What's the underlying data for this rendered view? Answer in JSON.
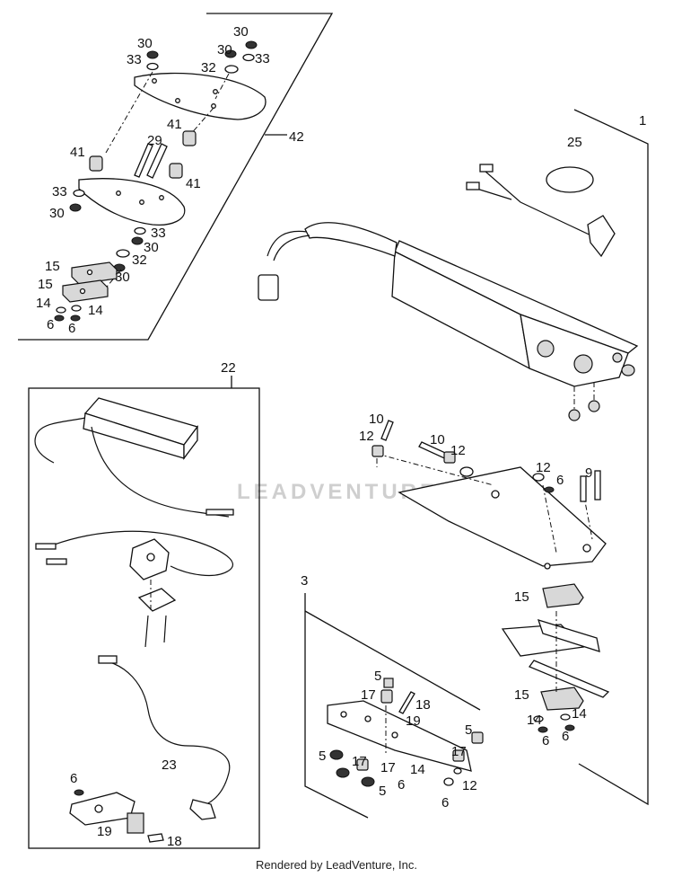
{
  "callouts": {
    "c30a": "30",
    "c30b": "30",
    "c33a": "33",
    "c30c": "30",
    "c32a": "32",
    "c33b": "33",
    "c42": "42",
    "c41a": "41",
    "c29": "29",
    "c41b": "41",
    "c41c": "41",
    "c33c": "33",
    "c30d": "30",
    "c33d": "33",
    "c30e": "30",
    "c32b": "32",
    "c30f": "30",
    "c15a": "15",
    "c15b": "15",
    "c14a": "14",
    "c14b": "14",
    "c6a": "6",
    "c6b": "6",
    "c1": "1",
    "c25": "25",
    "c22": "22",
    "c10a": "10",
    "c12a": "12",
    "c10b": "10",
    "c12b": "12",
    "c12c": "12",
    "c6c": "6",
    "c9": "9",
    "c15c": "15",
    "c15d": "15",
    "c14c": "14",
    "c14d": "14",
    "c6d": "6",
    "c6e": "6",
    "c3": "3",
    "c23": "23",
    "c6f": "6",
    "c19a": "19",
    "c18a": "18",
    "c5a": "5",
    "c17a": "17",
    "c18b": "18",
    "c19b": "19",
    "c5b": "5",
    "c17b": "17",
    "c5c": "5",
    "c17c": "17",
    "c17d": "17",
    "c14e": "14",
    "c5d": "5",
    "c6g": "6",
    "c12d": "12",
    "c6h": "6"
  },
  "watermark": "LEADVENTURE",
  "footer": "Rendered by LeadVenture, Inc."
}
